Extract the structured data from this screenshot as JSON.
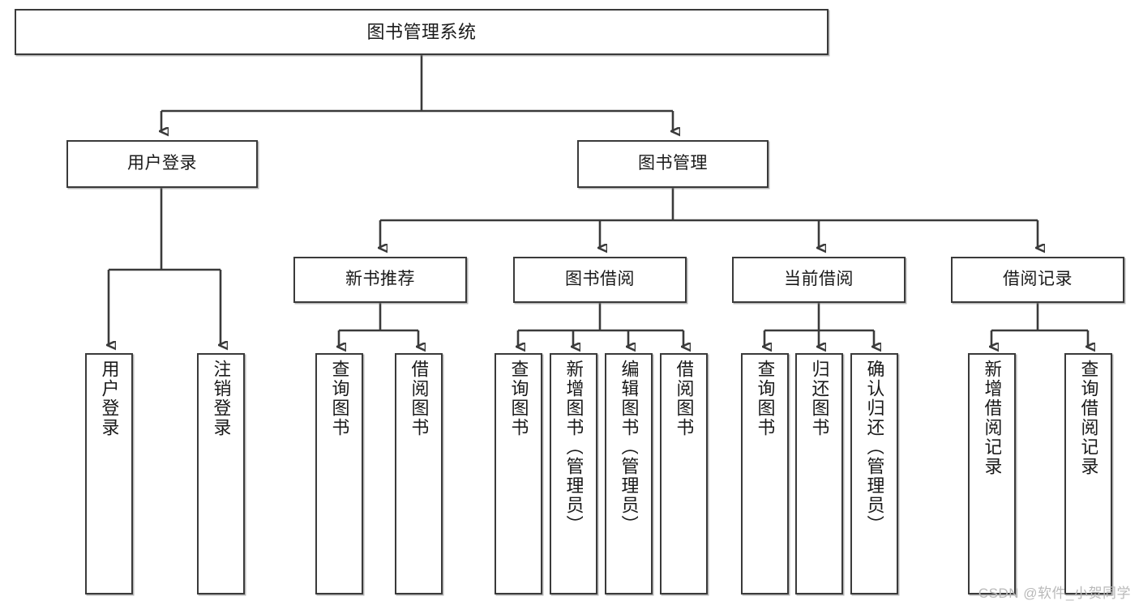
{
  "diagram": {
    "title": "图书管理系统",
    "watermark": "CSDN @软件_小贺同学",
    "edge_color": "#3a3a3a",
    "box_border_color": "#3a3a3a",
    "box_fill": "#ffffff",
    "background": "#ffffff"
  },
  "nodes": {
    "root": {
      "label": "图书管理系统"
    },
    "level1": [
      {
        "label": "用户登录"
      },
      {
        "label": "图书管理"
      }
    ],
    "level2": [
      {
        "label": "新书推荐"
      },
      {
        "label": "图书借阅"
      },
      {
        "label": "当前借阅"
      },
      {
        "label": "借阅记录"
      }
    ],
    "leaves": {
      "user_login": [
        {
          "label": "用户登录"
        },
        {
          "label": "注销登录"
        }
      ],
      "new_book": [
        {
          "label": "查询图书"
        },
        {
          "label": "借阅图书"
        }
      ],
      "borrow_book": [
        {
          "label": "查询图书"
        },
        {
          "label": "新增图书（管理员）"
        },
        {
          "label": "编辑图书（管理员）"
        },
        {
          "label": "借阅图书"
        }
      ],
      "current_borrow": [
        {
          "label": "查询图书"
        },
        {
          "label": "归还图书"
        },
        {
          "label": "确认归还（管理员）"
        }
      ],
      "borrow_record": [
        {
          "label": "新增借阅记录"
        },
        {
          "label": "查询借阅记录"
        }
      ]
    }
  }
}
